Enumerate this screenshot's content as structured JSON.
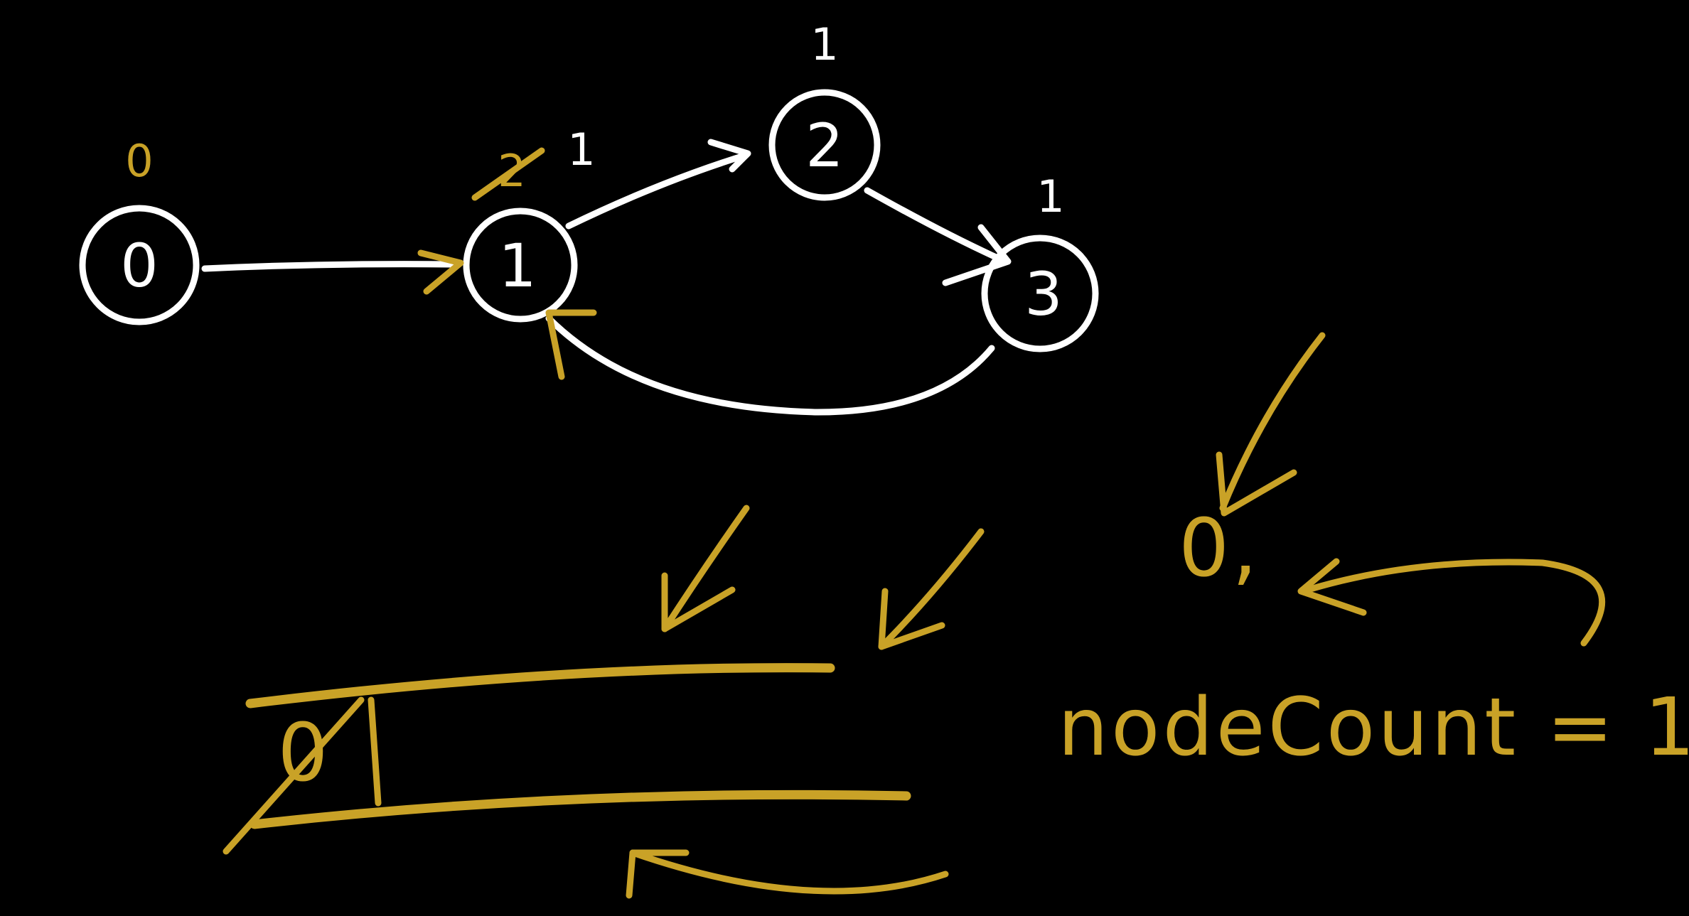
{
  "colors": {
    "background": "#000000",
    "chalk_white": "#ffffff",
    "chalk_gold": "#c9a227"
  },
  "graph": {
    "nodes": [
      {
        "id": "node-0",
        "label": "0",
        "value_label": "0",
        "value_color": "gold"
      },
      {
        "id": "node-1",
        "label": "1",
        "value_label": "1",
        "crossed_value": "2",
        "value_color": "white"
      },
      {
        "id": "node-2",
        "label": "2",
        "value_label": "1",
        "value_color": "white"
      },
      {
        "id": "node-3",
        "label": "3",
        "value_label": "1",
        "value_color": "white"
      }
    ],
    "edges": [
      {
        "from": "0",
        "to": "1"
      },
      {
        "from": "1",
        "to": "2"
      },
      {
        "from": "2",
        "to": "3"
      },
      {
        "from": "3",
        "to": "1"
      }
    ]
  },
  "queue": {
    "crossed_entry": "0"
  },
  "output": {
    "sequence": "0,"
  },
  "counter": {
    "text": "nodeCount = 1"
  }
}
